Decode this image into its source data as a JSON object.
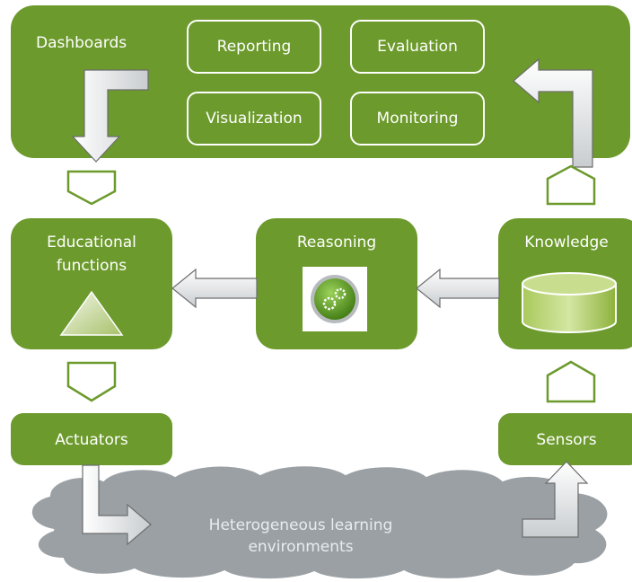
{
  "dashboards": {
    "title": "Dashboards",
    "items": [
      "Reporting",
      "Evaluation",
      "Visualization",
      "Monitoring"
    ]
  },
  "educational": {
    "title_line1": "Educational",
    "title_line2": "functions",
    "icon": "triangle-icon"
  },
  "reasoning": {
    "title": "Reasoning",
    "icon": "gears-icon"
  },
  "knowledge": {
    "title": "Knowledge",
    "icon": "database-icon"
  },
  "actuators": {
    "title": "Actuators"
  },
  "sensors": {
    "title": "Sensors"
  },
  "cloud": {
    "line1": "Heterogeneous learning",
    "line2": "environments"
  },
  "colors": {
    "green": "#6c9a2c",
    "cloud": "#9aa0a4",
    "cloud_text": "#e8ecef"
  }
}
